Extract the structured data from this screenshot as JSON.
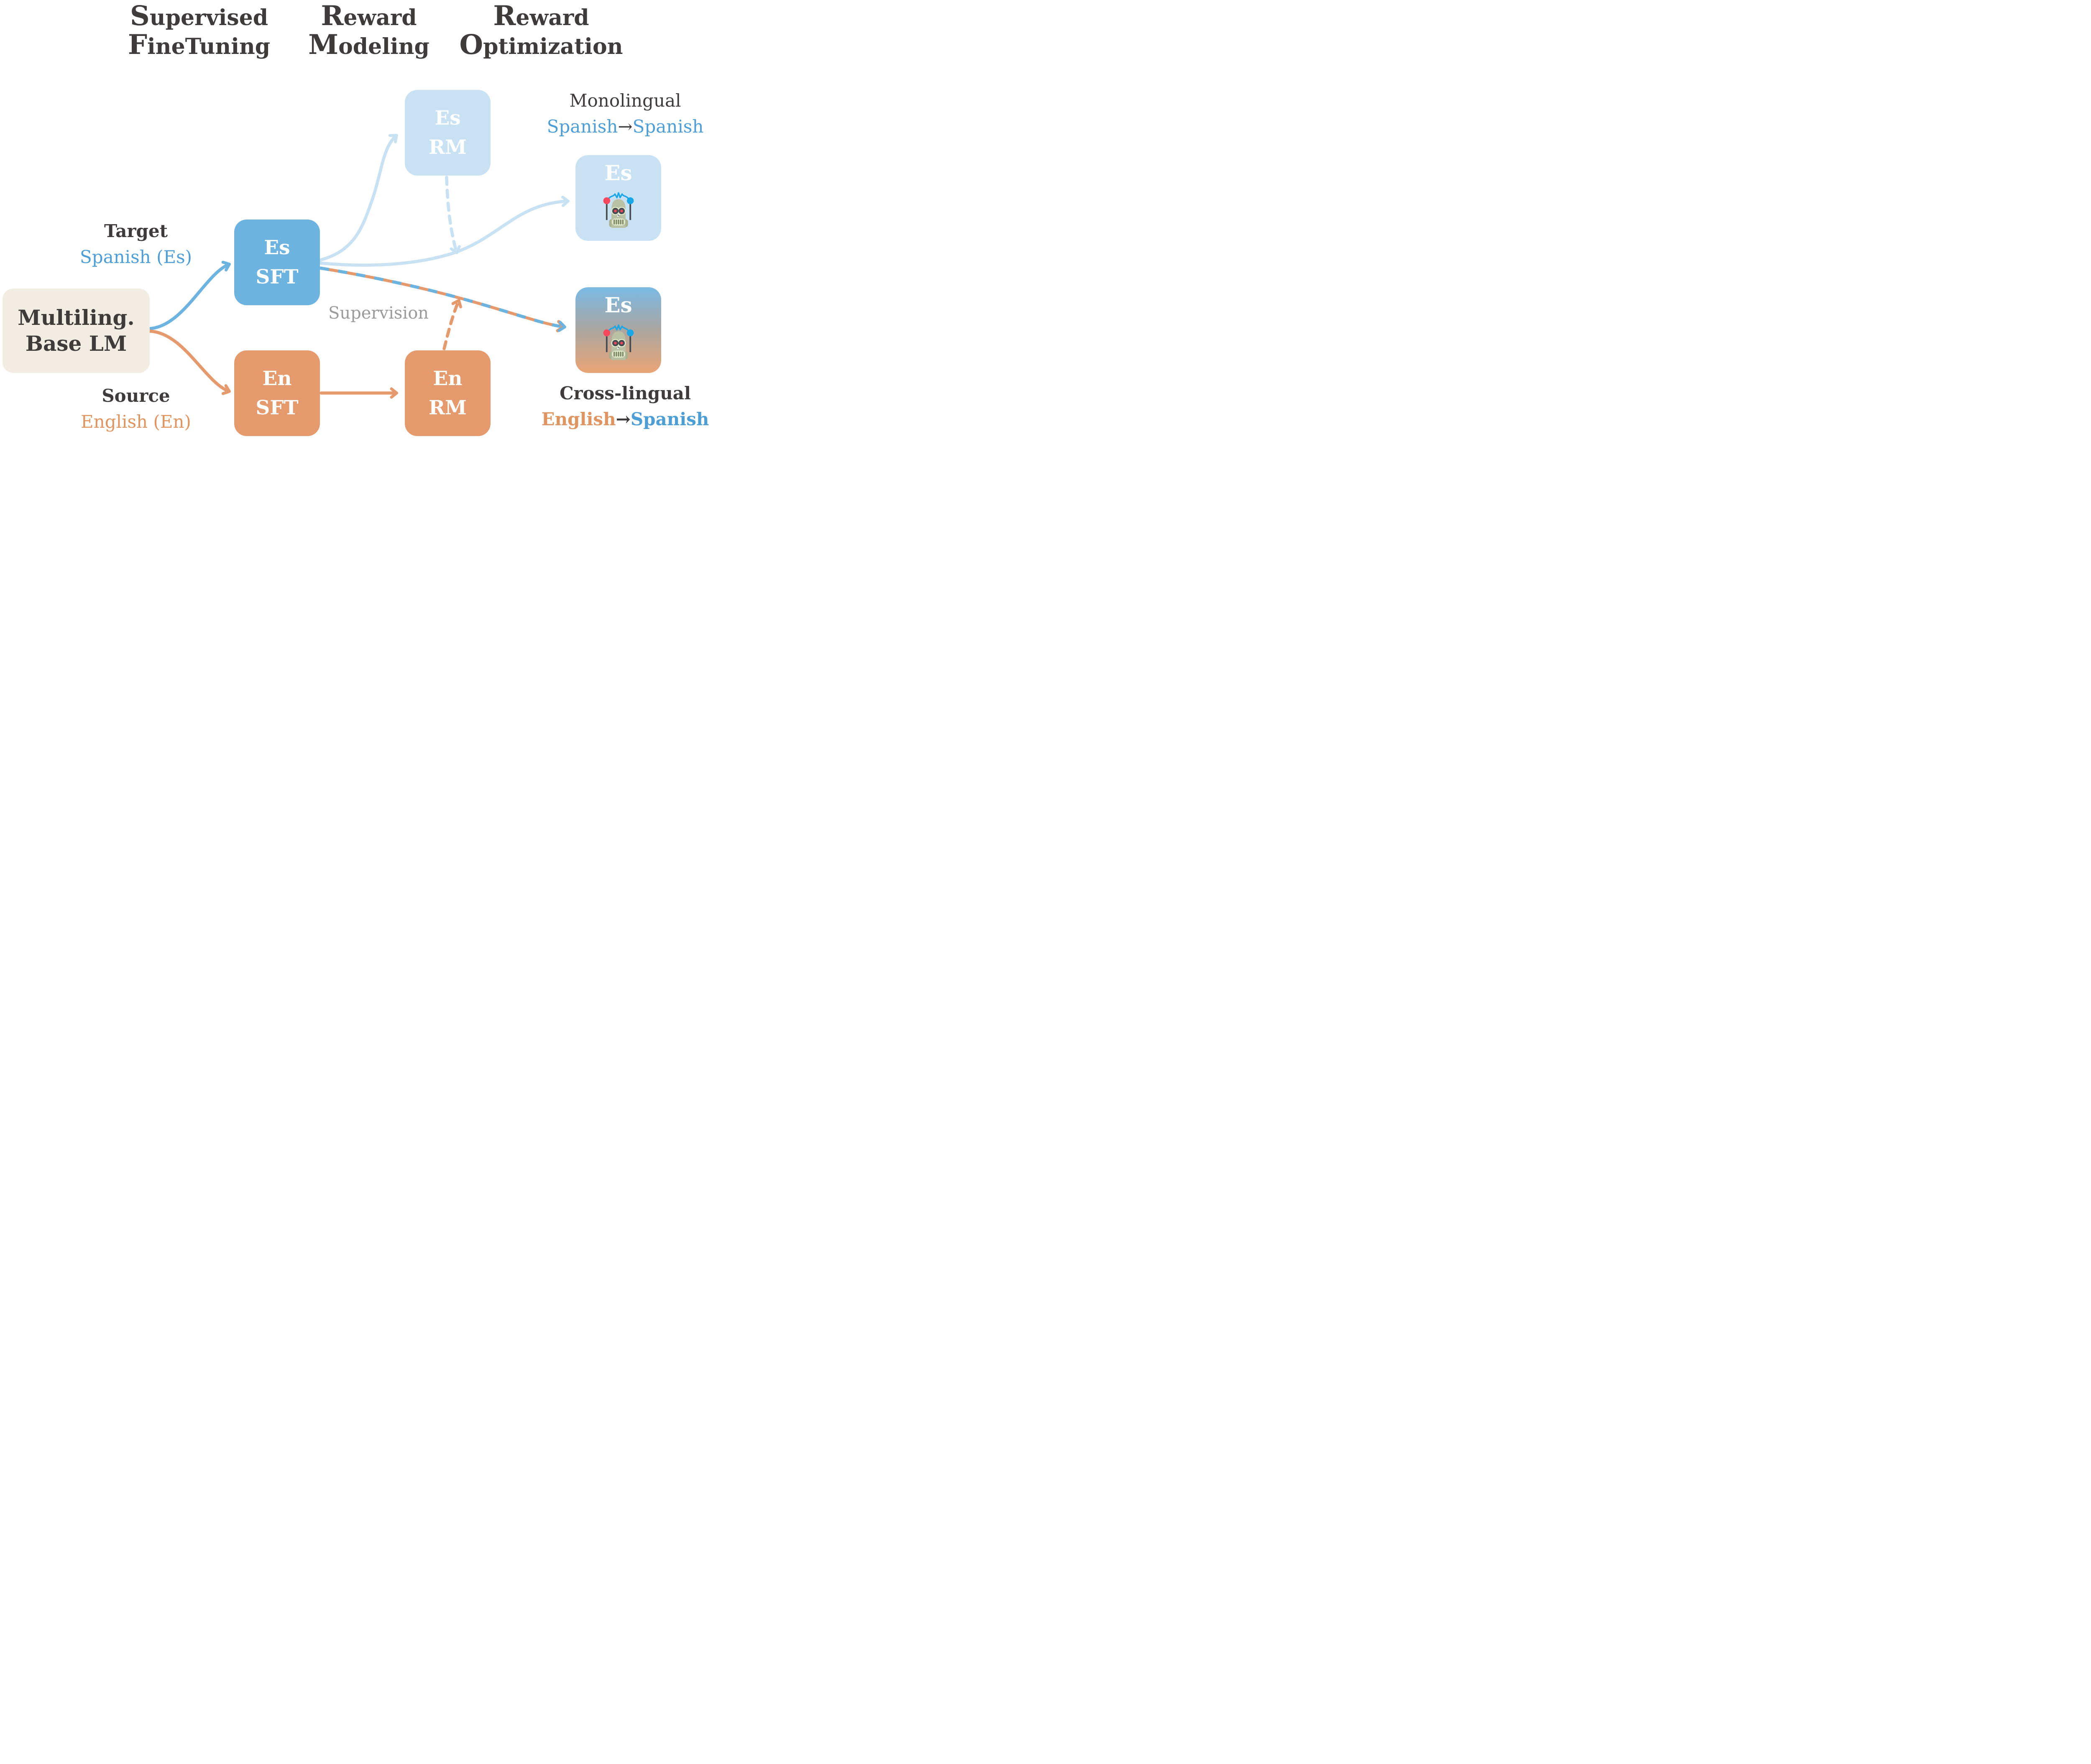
{
  "columns": [
    {
      "line1": "Supervised",
      "line2": "FineTuning"
    },
    {
      "line1": "Reward",
      "line2": "Modeling"
    },
    {
      "line1": "Reward",
      "line2": "Optimization"
    }
  ],
  "base_model": {
    "line1": "Multiling.",
    "line2": "Base LM"
  },
  "models": {
    "es_sft": {
      "lang": "Es",
      "stage": "SFT"
    },
    "en_sft": {
      "lang": "En",
      "stage": "SFT"
    },
    "es_rm": {
      "lang": "Es",
      "stage": "RM"
    },
    "en_rm": {
      "lang": "En",
      "stage": "RM"
    }
  },
  "outputs": {
    "monolingual": {
      "label": "Es",
      "caption_title": "Monolingual",
      "caption_from": "Spanish",
      "caption_arrow": "→",
      "caption_to": "Spanish"
    },
    "cross_lingual": {
      "label": "Es",
      "caption_title": "Cross-lingual",
      "caption_from": "English",
      "caption_arrow": "→",
      "caption_to": "Spanish"
    }
  },
  "annotations": {
    "target_title": "Target",
    "target_lang": "Spanish (Es)",
    "source_title": "Source",
    "source_lang": "English (En)",
    "supervision": "Supervision"
  },
  "icons": {
    "robot": "robot-emoji-icon"
  },
  "colors": {
    "dark": "#3e3b3a",
    "gray": "#9b9b9b",
    "blue": "#6cb3e0",
    "pale_blue": "#c8e1f3",
    "orange": "#e59a6d",
    "text_blue": "#4d9ed7",
    "text_orange": "#e0945f",
    "cream": "#f2ede3"
  }
}
